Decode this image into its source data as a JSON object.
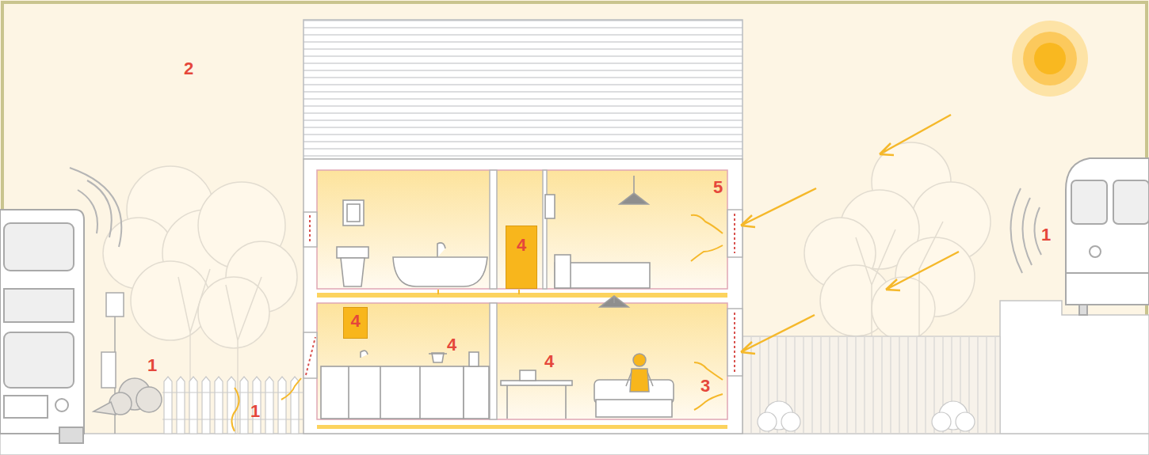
{
  "diagram": {
    "nodes": [
      {
        "text": [
          "4"
        ]
      },
      {
        "text": [
          "4"
        ]
      }
    ],
    "labels": [
      "2",
      "5",
      "1",
      "4",
      "4",
      "1",
      "1",
      "3"
    ]
  }
}
